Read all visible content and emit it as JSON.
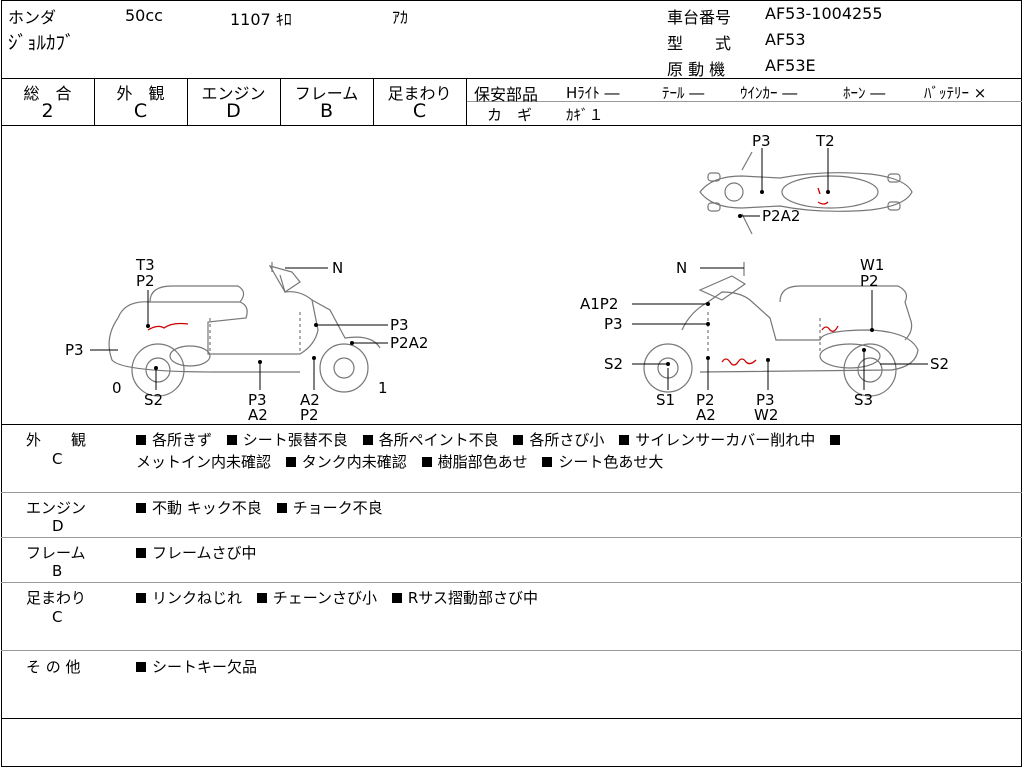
{
  "header": {
    "maker": "ホンダ",
    "displacement": "50cc",
    "mileage": "1107 ｷﾛ",
    "color": "ｱｶ",
    "model_name": "ｼﾞｮﾙｶﾌﾞ",
    "frame_label": "車台番号",
    "frame_value": "AF53-1004255",
    "type_label": "型　　式",
    "type_value": "AF53",
    "engine_label": "原 動 機",
    "engine_value": "AF53E"
  },
  "grades": {
    "overall": {
      "label": "総　合",
      "value": "2"
    },
    "exterior": {
      "label": "外　観",
      "value": "C"
    },
    "engine": {
      "label": "エンジン",
      "value": "D"
    },
    "frame": {
      "label": "フレーム",
      "value": "B"
    },
    "suspension": {
      "label": "足まわり",
      "value": "C"
    }
  },
  "safety": {
    "label": "保安部品",
    "headlight": "Hﾗｲﾄ ―",
    "tail": "ﾃｰﾙ ―",
    "winker": "ｳｲﾝｶｰ ―",
    "horn": "ﾎｰﾝ ―",
    "battery": "ﾊﾞｯﾃﾘｰ ×",
    "key_label": "カ　ギ",
    "key_value": "ｶｷﾞ１"
  },
  "diagram": {
    "top_view": {
      "p3": "P3",
      "t2": "T2",
      "p2a2": "P2A2"
    },
    "left_view": {
      "t3": "T3",
      "p2_top": "P2",
      "n": "N",
      "p3_left": "P3",
      "p3_right": "P3",
      "p2a2": "P2A2",
      "zero": "0",
      "one": "1",
      "s2": "S2",
      "p3_bottom": "P3",
      "a2_bottom": "A2",
      "a2_b2": "A2",
      "p2_b2": "P2"
    },
    "right_view": {
      "n": "N",
      "w1": "W1",
      "p2_top": "P2",
      "a1p2": "A1P2",
      "p3": "P3",
      "s2_left": "S2",
      "s2_right": "S2",
      "s1": "S1",
      "p2_bottom": "P2",
      "a2": "A2",
      "p3_bottom": "P3",
      "w2": "W2",
      "s3": "S3"
    }
  },
  "notes": [
    {
      "label": "外　　観",
      "grade": "C",
      "items": [
        "各所きず",
        "シート張替不良",
        "各所ペイント不良",
        "各所さび小",
        "サイレンサーカバー削れ中",
        "メットイン内未確認",
        "タンク内未確認",
        "樹脂部色あせ",
        "シート色あせ大"
      ]
    },
    {
      "label": "エンジン",
      "grade": "D",
      "items": [
        "不動 キック不良",
        "チョーク不良"
      ]
    },
    {
      "label": "フレーム",
      "grade": "B",
      "items": [
        "フレームさび中"
      ]
    },
    {
      "label": "足まわり",
      "grade": "C",
      "items": [
        "リンクねじれ",
        "チェーンさび小",
        "Rサス摺動部さび中"
      ]
    },
    {
      "label": "そ の 他",
      "grade": "",
      "items": [
        "シートキー欠品"
      ]
    }
  ]
}
